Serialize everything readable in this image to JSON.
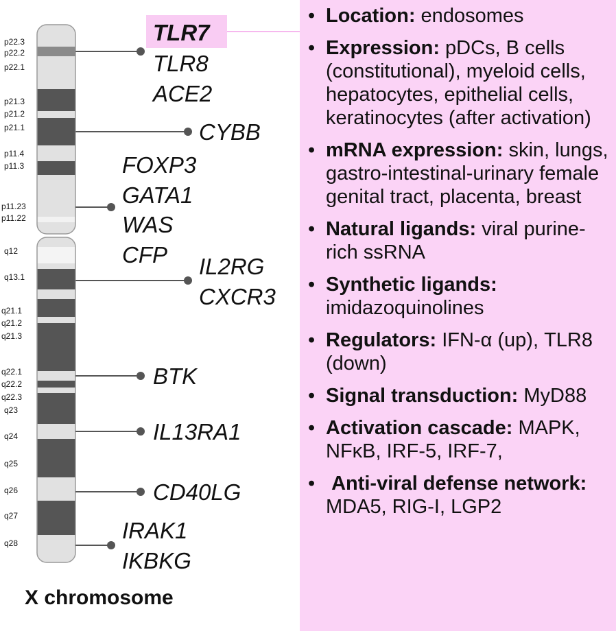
{
  "chromosome": {
    "title": "X chromosome",
    "bands": [
      "p22.3",
      "p22.2",
      "p22.1",
      "p21.3",
      "p21.2",
      "p21.1",
      "p11.4",
      "p11.3",
      "p11.23",
      "p11.22",
      "q12",
      "q13.1",
      "q21.1",
      "q21.2",
      "q21.3",
      "q22.1",
      "q22.2",
      "q22.3",
      "q23",
      "q24",
      "q25",
      "q26",
      "q27",
      "q28"
    ]
  },
  "genes": {
    "tlr7": "TLR7",
    "tlr8": "TLR8",
    "ace2": "ACE2",
    "cybb": "CYBB",
    "foxp3": "FOXP3",
    "gata1": "GATA1",
    "was": "WAS",
    "cfp": "CFP",
    "il2rg": "IL2RG",
    "cxcr3": "CXCR3",
    "btk": "BTK",
    "il13ra1": "IL13RA1",
    "cd40lg": "CD40LG",
    "irak1": "IRAK1",
    "ikbkg": "IKBKG"
  },
  "info": {
    "bullet": "•",
    "items": [
      {
        "term": "Location:",
        "text": " endosomes"
      },
      {
        "term": "Expression:",
        "text": " pDCs, B cells (constitutional), myeloid cells, hepatocytes, epithelial cells, keratinocytes (after activation)"
      },
      {
        "term": "mRNA expression:",
        "text": " skin, lungs, gastro-intestinal-urinary female genital tract, placenta, breast"
      },
      {
        "term": "Natural ligands:",
        "text": " viral purine-rich ssRNA"
      },
      {
        "term": "Synthetic ligands:",
        "text": " imidazoquinolines"
      },
      {
        "term": "Regulators:",
        "text": " IFN-α (up), TLR8 (down)"
      },
      {
        "term": "Signal transduction:",
        "text": " MyD88"
      },
      {
        "term": "Activation cascade:",
        "text": " MAPK, NFκB, IRF-5, IRF-7,"
      },
      {
        "term": " Anti-viral defense network:",
        "text": " MDA5, RIG-I, LGP2"
      }
    ]
  },
  "colors": {
    "panel": "#fbd3f6",
    "highlight": "#f9ccf3",
    "connector": "#f6b8ee",
    "band_dark": "#555555",
    "band_light": "#e1e1e1"
  }
}
